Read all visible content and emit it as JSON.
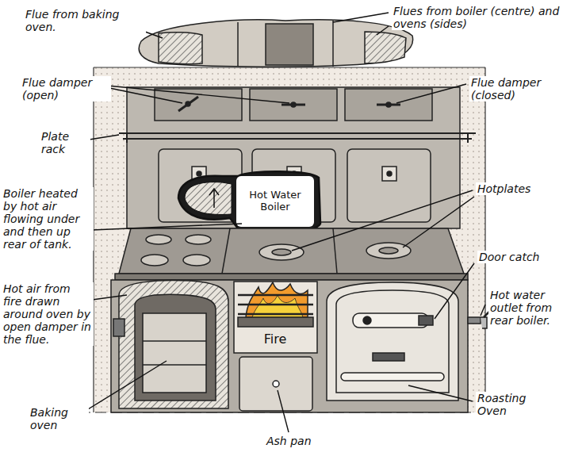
{
  "diagram": {
    "nodes": [
      {
        "text": [
          "Hot Water Boiler"
        ]
      },
      {
        "text": [
          "Fire"
        ]
      }
    ],
    "labels": [
      "Flue from baking oven.",
      "Flues from boiler (centre) and ovens (sides)",
      "Flue damper (open)",
      "Flue damper (closed)",
      "Plate rack",
      "Hotplates",
      "Boiler heated by hot air flowing under and then up rear of tank.",
      "Door catch",
      "Hot air from fire drawn around oven by open damper in the flue.",
      "Hot water outlet from rear boiler.",
      "Baking oven",
      "Roasting Oven",
      "Ash pan"
    ]
  }
}
